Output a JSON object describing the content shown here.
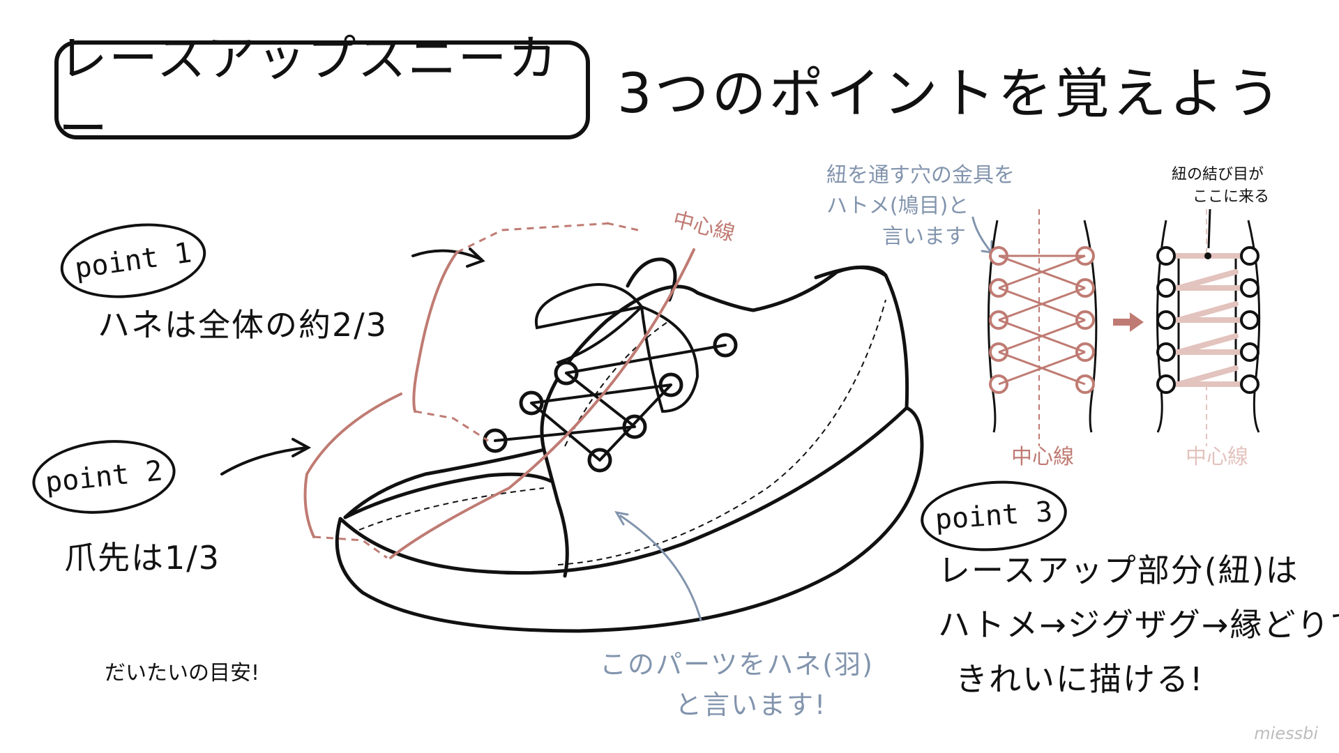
{
  "title": {
    "box": "レースアップスニーカー",
    "rest": "3つのポイントを覚えよう"
  },
  "points": {
    "p1": {
      "badge": "point 1",
      "text": "ハネは全体の約",
      "frac": "2/3"
    },
    "p2": {
      "badge": "point 2",
      "text": "爪先は",
      "frac": "1/3"
    },
    "p3": {
      "badge": "point 3",
      "line1": "レースアップ部分(紐)は",
      "line2": "ハトメ→ジグザグ→縁どりで",
      "line3": "きれいに描ける!"
    }
  },
  "labels": {
    "center_line": "中心線",
    "eyelet_line1": "紐を通す穴の金具を",
    "eyelet_line2": "ハトメ(鳩目)と",
    "eyelet_line3": "言います",
    "knot_line1": "紐の結び目が",
    "knot_line2": "ここに来る",
    "hane_line1": "このパーツをハネ(羽)",
    "hane_line2": "と言います!",
    "rough": "だいたいの目安!",
    "signature": "miessbi"
  },
  "colors": {
    "ink": "#111111",
    "guide_red": "#bf7b73",
    "guide_blue": "#8294ad",
    "faded_pink": "#e3c3be"
  }
}
